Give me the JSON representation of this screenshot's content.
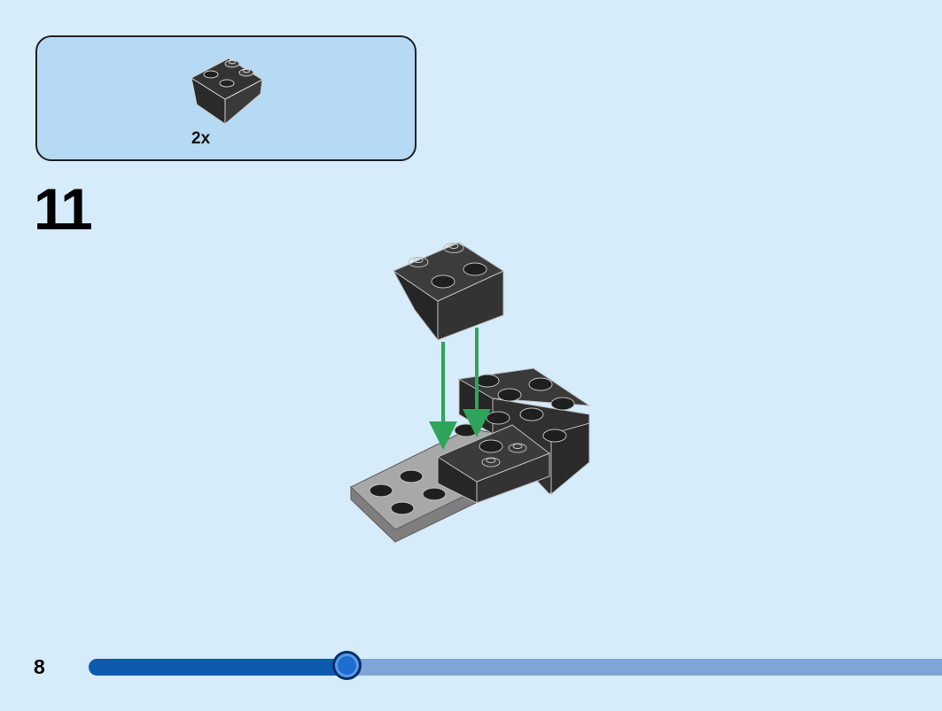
{
  "parts_callout": {
    "quantity": "2x",
    "part": "black-inverted-slope-brick-icon"
  },
  "step": {
    "number": "11"
  },
  "footer": {
    "page_number": "8",
    "progress": 0.305
  },
  "colors": {
    "background": "#d6ecfb",
    "callout_fill": "#b6d9f4",
    "brick_black": "#2b2b2b",
    "plate_gray": "#9a9a9a",
    "arrow_green": "#2fa45a",
    "progress_filled": "#0d5bb1",
    "progress_track": "#7fa4d8"
  }
}
